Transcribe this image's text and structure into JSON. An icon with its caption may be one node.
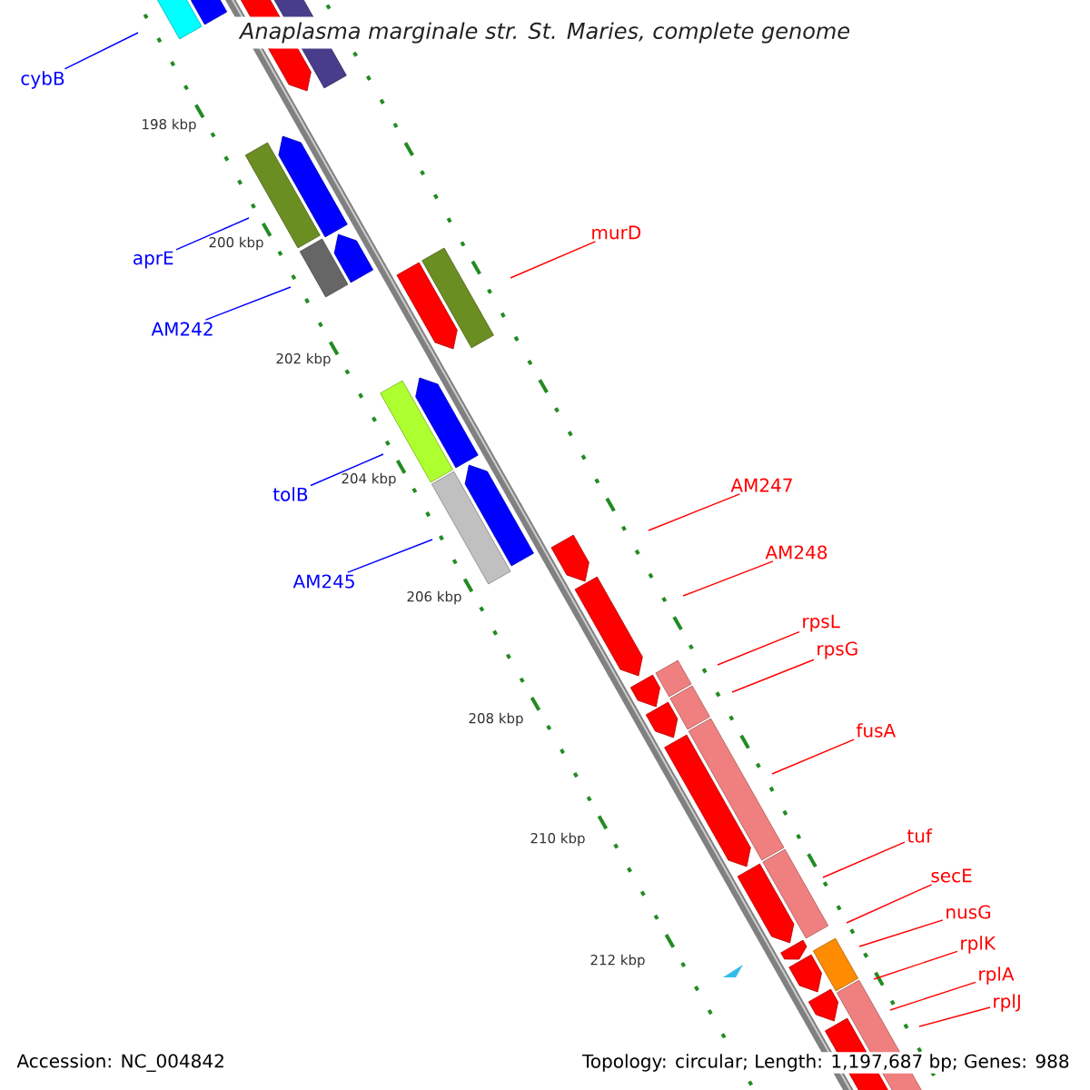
{
  "diagram": {
    "title": "Anaplasma marginale str. St. Maries, complete genome",
    "nodes": [
      {
        "text": [
          "cybB"
        ]
      },
      {
        "text": [
          "aprE"
        ]
      },
      {
        "text": [
          "AM242"
        ]
      },
      {
        "text": [
          "tolB"
        ]
      },
      {
        "text": [
          "AM245"
        ]
      },
      {
        "text": [
          "murD"
        ]
      },
      {
        "text": [
          "AM247"
        ]
      },
      {
        "text": [
          "AM248"
        ]
      },
      {
        "text": [
          "rpsL"
        ]
      },
      {
        "text": [
          "rpsG"
        ]
      },
      {
        "text": [
          "fusA"
        ]
      },
      {
        "text": [
          "tuf"
        ]
      },
      {
        "text": [
          "secE"
        ]
      },
      {
        "text": [
          "nusG"
        ]
      },
      {
        "text": [
          "rplK"
        ]
      },
      {
        "text": [
          "rplA"
        ]
      },
      {
        "text": [
          "rplJ"
        ]
      }
    ],
    "edges": [
      {
        "from": 0,
        "to": null,
        "arrow": "none",
        "color": "#0000ff"
      },
      {
        "from": 1,
        "to": null,
        "arrow": "none",
        "color": "#0000ff"
      },
      {
        "from": 2,
        "to": null,
        "arrow": "none",
        "color": "#0000ff"
      },
      {
        "from": 3,
        "to": null,
        "arrow": "none",
        "color": "#0000ff"
      },
      {
        "from": 4,
        "to": null,
        "arrow": "none",
        "color": "#0000ff"
      },
      {
        "from": 5,
        "to": null,
        "arrow": "none"
      },
      {
        "from": 6,
        "to": null,
        "arrow": "none"
      },
      {
        "from": 7,
        "to": null,
        "arrow": "none"
      },
      {
        "from": 8,
        "to": null,
        "arrow": "none"
      },
      {
        "from": 9,
        "to": null,
        "arrow": "none"
      },
      {
        "from": 10,
        "to": null,
        "arrow": "none"
      },
      {
        "from": 11,
        "to": null,
        "arrow": "none"
      },
      {
        "from": 12,
        "to": null,
        "arrow": "none"
      },
      {
        "from": 13,
        "to": null,
        "arrow": "none"
      },
      {
        "from": 14,
        "to": null,
        "arrow": "none"
      },
      {
        "from": 15,
        "to": null,
        "arrow": "none"
      },
      {
        "from": 16,
        "to": null,
        "arrow": "none"
      }
    ],
    "labels": [
      "198 kbp",
      "200 kbp",
      "202 kbp",
      "204 kbp",
      "206 kbp",
      "208 kbp",
      "210 kbp",
      "212 kbp",
      "Accession: NC_004842",
      "Topology: circular; Length: 1,197,687 bp; Genes: 988"
    ]
  }
}
